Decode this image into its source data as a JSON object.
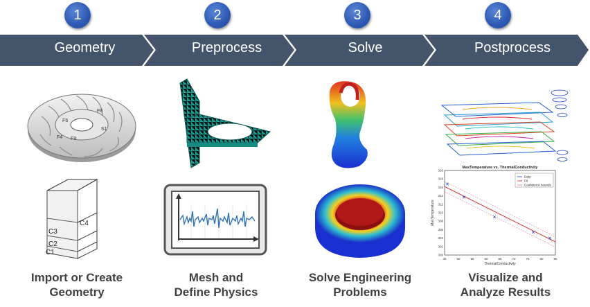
{
  "stages": [
    {
      "number": "1",
      "label": "Geometry",
      "caption_line1": "Import or Create",
      "caption_line2": "Geometry"
    },
    {
      "number": "2",
      "label": "Preprocess",
      "caption_line1": "Mesh and",
      "caption_line2": "Define Physics"
    },
    {
      "number": "3",
      "label": "Solve",
      "caption_line1": "Solve Engineering",
      "caption_line2": "Problems"
    },
    {
      "number": "4",
      "label": "Postprocess",
      "caption_line1": "Visualize and",
      "caption_line2": "Analyze Results"
    }
  ],
  "geometry_labels": {
    "disc": [
      "F9",
      "F6",
      "F8",
      "F4",
      "S1"
    ],
    "box": [
      "C4",
      "C3",
      "C2",
      "C1"
    ]
  },
  "chart_data": {
    "type": "scatter",
    "title": "MaxTemperature vs. ThermalConductivity",
    "xlabel": "ThermalConductivity",
    "ylabel": "MaxTemperature",
    "xlim": [
      45,
      85
    ],
    "ylim": [
      300,
      320
    ],
    "x_ticks": [
      "45",
      "50",
      "55",
      "60",
      "65",
      "70",
      "75",
      "80",
      "85"
    ],
    "y_ticks": [
      "300",
      "302",
      "304",
      "306",
      "308",
      "310",
      "312",
      "314",
      "316",
      "318",
      "320"
    ],
    "legend": [
      "Data",
      "Fit",
      "Confidence bounds"
    ],
    "legend_position": "top-right",
    "series": [
      {
        "name": "Data",
        "x": [
          46,
          52,
          63,
          77,
          83
        ],
        "y": [
          316.8,
          313.7,
          309.0,
          305.4,
          304.0
        ]
      }
    ],
    "fit": {
      "x": [
        45,
        85
      ],
      "y": [
        316.2,
        303.1
      ]
    }
  },
  "colors": {
    "banner": "#44546a",
    "badge": "#2f5cb8",
    "caption": "#404040",
    "mesh": "#1fa59a"
  }
}
